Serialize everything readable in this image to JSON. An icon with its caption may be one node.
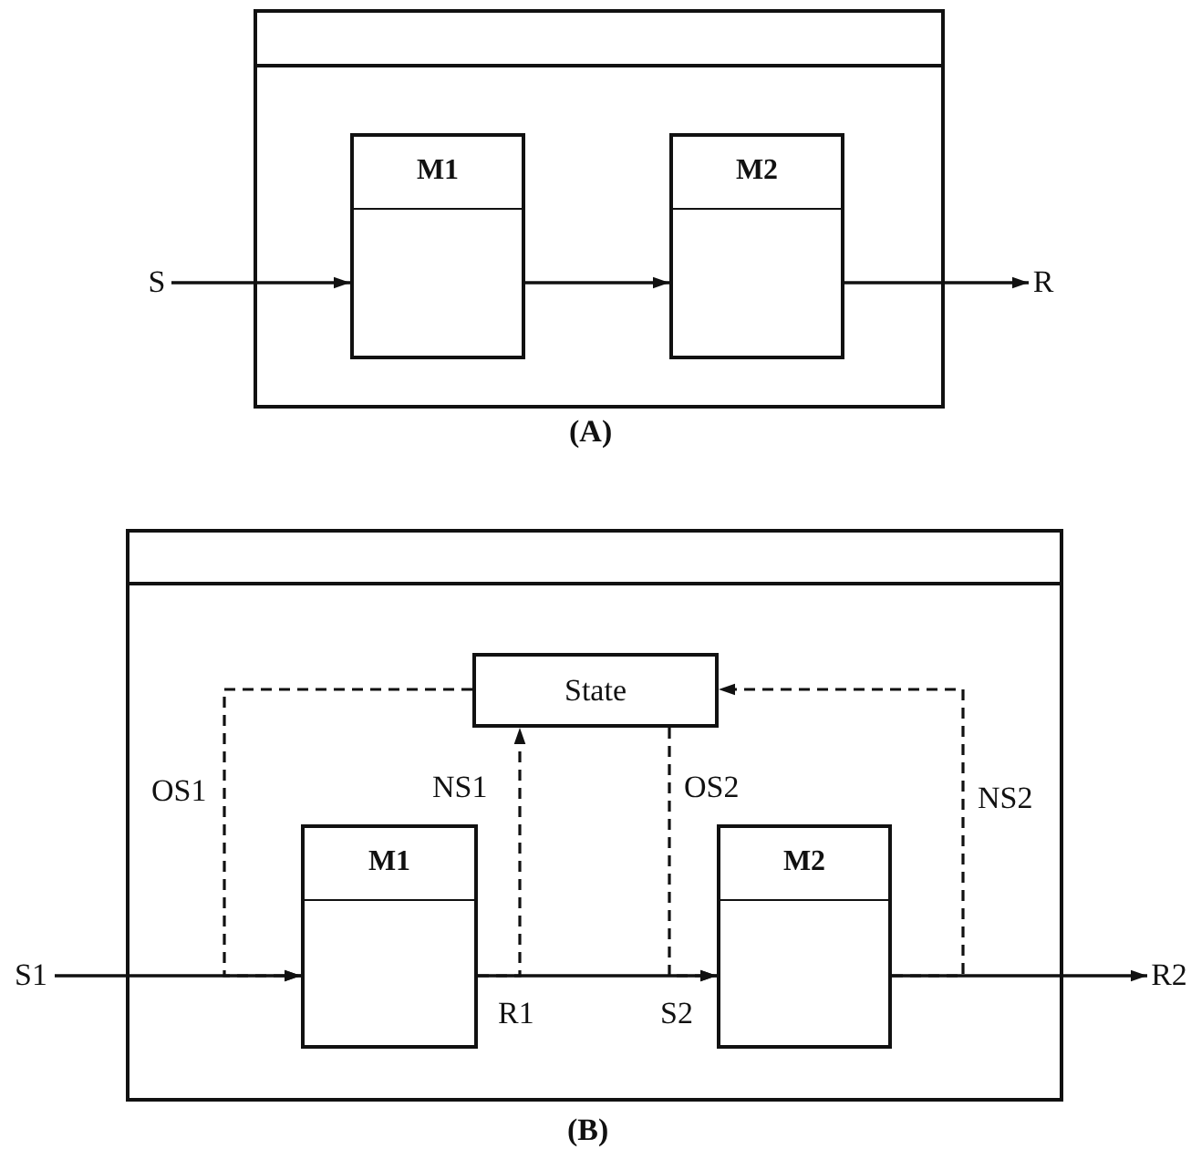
{
  "diagram": {
    "nodes": [
      {
        "text": [],
        "shape": "box"
      },
      {
        "text": [
          "M1"
        ],
        "in": 0
      },
      {
        "text": [
          "M2"
        ],
        "in": 0
      },
      {
        "text": [
          "S"
        ]
      },
      {
        "text": [
          "R"
        ]
      },
      {
        "text": [],
        "shape": "box"
      },
      {
        "text": [
          "State"
        ],
        "in": 5
      },
      {
        "text": [
          "M1"
        ],
        "in": 5
      },
      {
        "text": [
          "M2"
        ],
        "in": 5
      },
      {
        "text": [
          "S1"
        ]
      },
      {
        "text": [
          "R2"
        ]
      }
    ],
    "edges": [
      {
        "from": 3,
        "to": 1,
        "arrow": "to"
      },
      {
        "from": 1,
        "to": 2,
        "arrow": "to"
      },
      {
        "from": 2,
        "to": 4,
        "arrow": "to"
      },
      {
        "from": 9,
        "to": 7,
        "arrow": "to"
      },
      {
        "from": 7,
        "to": 8,
        "arrow": "to"
      },
      {
        "from": 8,
        "to": 10,
        "arrow": "to"
      },
      {
        "from": 6,
        "to": 7,
        "arrow": "to",
        "label": "OS1",
        "style": "dashed"
      },
      {
        "from": 7,
        "to": 6,
        "arrow": "to",
        "label": "NS1",
        "style": "dashed"
      },
      {
        "from": 6,
        "to": 8,
        "arrow": "to",
        "label": "OS2",
        "style": "dashed"
      },
      {
        "from": 8,
        "to": 6,
        "arrow": "to",
        "label": "NS2",
        "style": "dashed"
      }
    ],
    "labels": [
      "(A)",
      "R1",
      "S2",
      "(B)"
    ]
  }
}
